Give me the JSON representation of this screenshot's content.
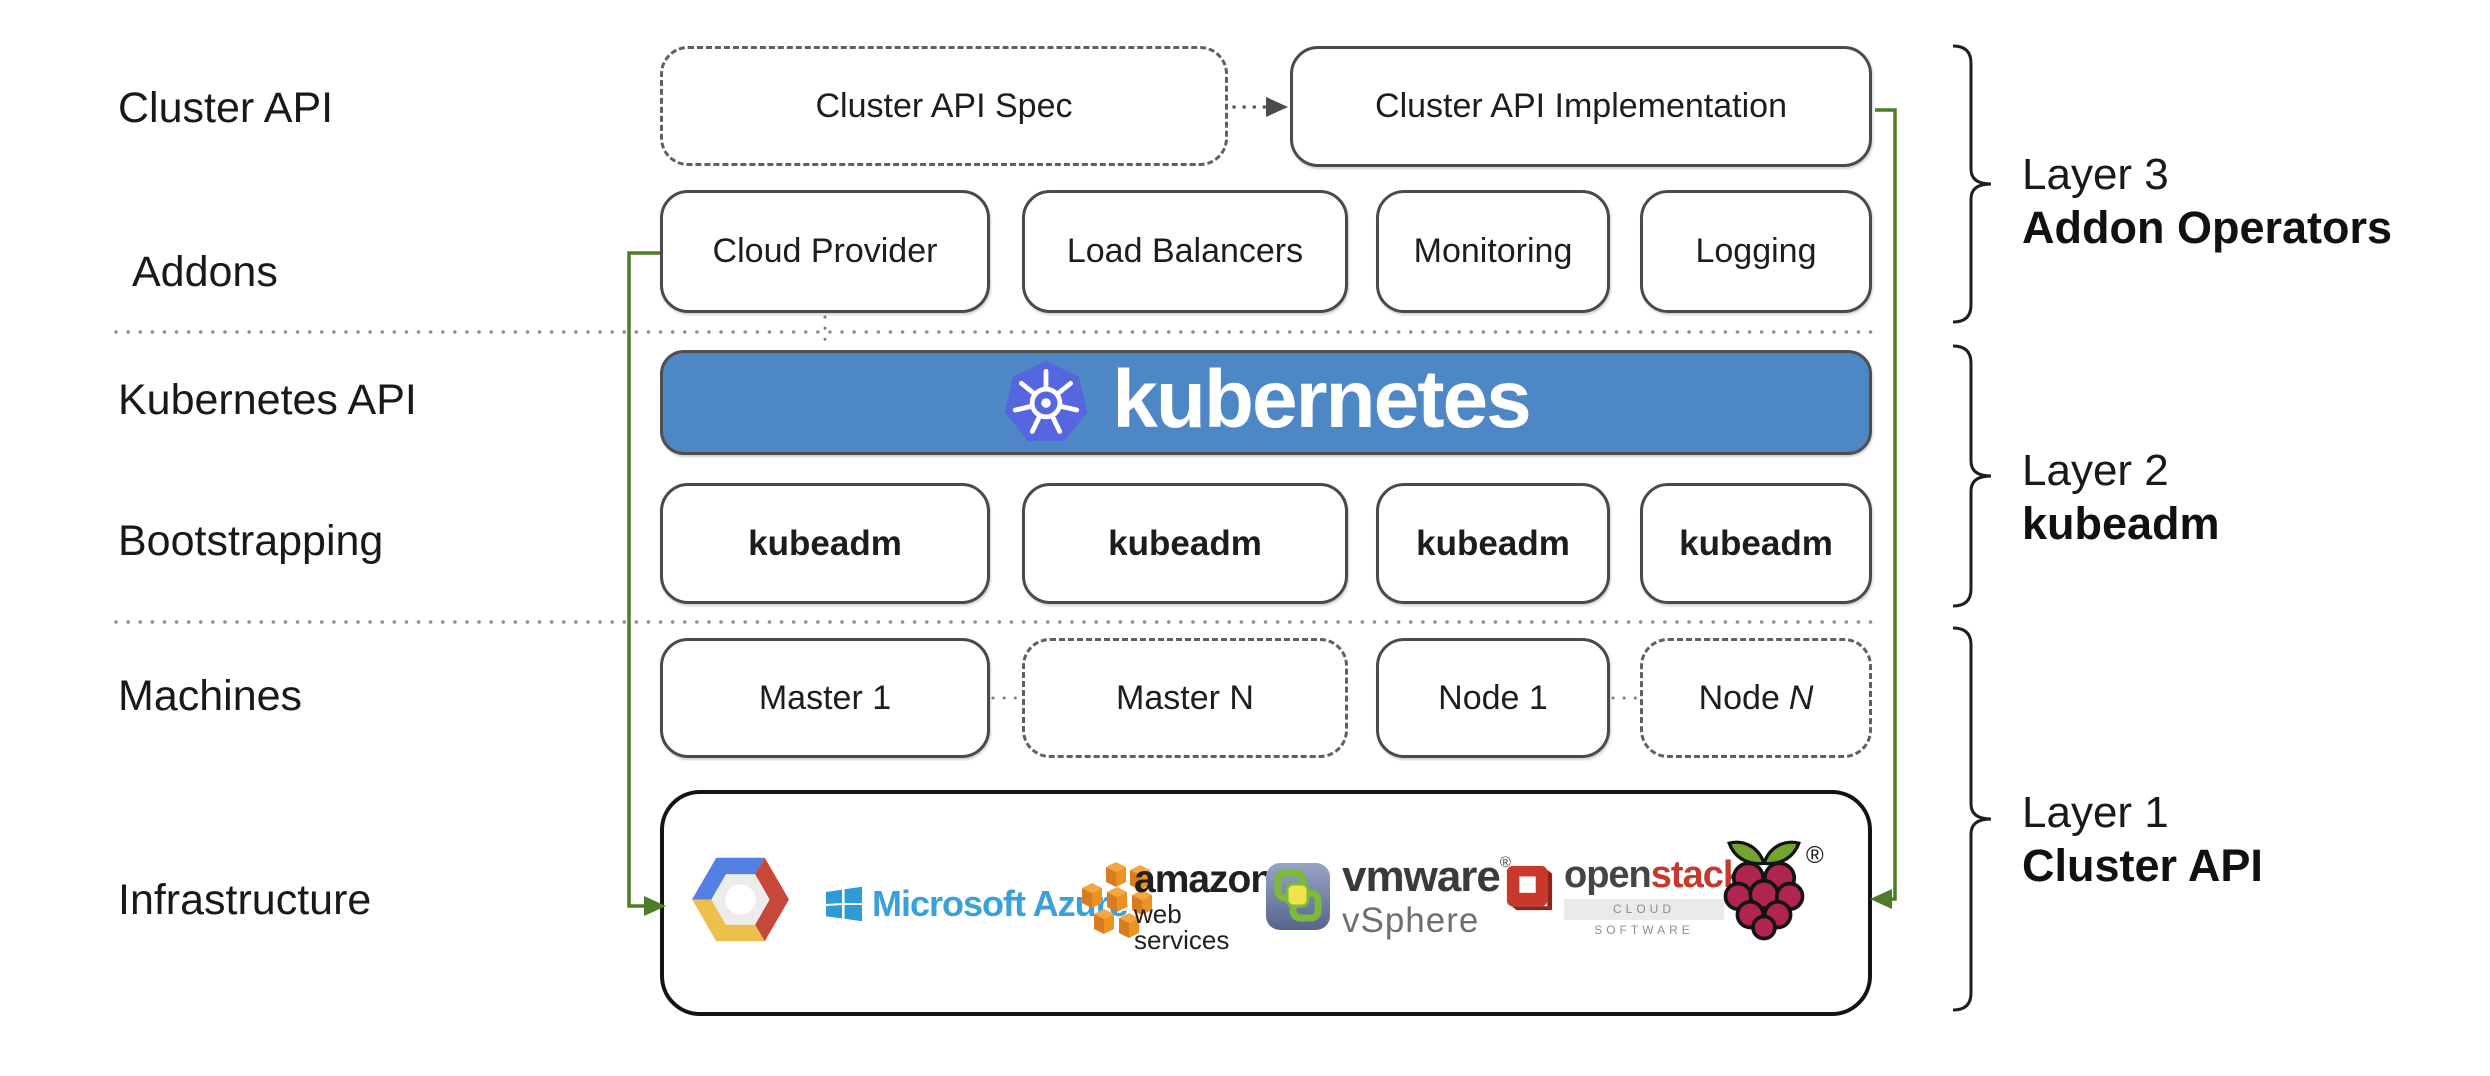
{
  "labels": {
    "cluster_api": "Cluster API",
    "addons": "Addons",
    "kubernetes_api": "Kubernetes API",
    "bootstrapping": "Bootstrapping",
    "machines": "Machines",
    "infrastructure": "Infrastructure"
  },
  "cluster_api_row": {
    "spec_label": "Cluster API Spec",
    "impl_label": "Cluster API Implementation"
  },
  "addons_row": {
    "items": [
      "Cloud Provider",
      "Load Balancers",
      "Monitoring",
      "Logging"
    ]
  },
  "kubernetes_banner": {
    "wordmark": "kubernetes"
  },
  "bootstrapping_row": {
    "items": [
      "kubeadm",
      "kubeadm",
      "kubeadm",
      "kubeadm"
    ]
  },
  "machines_row": {
    "items": [
      {
        "label": "Master 1"
      },
      {
        "label": "Master N"
      },
      {
        "label": "Node 1"
      },
      {
        "label": "Node",
        "italic": "N"
      }
    ]
  },
  "infrastructure": {
    "icons": [
      "google-cloud-icon",
      "azure-windows-icon",
      "aws-cubes-icon",
      "vmware-icon",
      "openstack-icon",
      "raspberry-pi-icon"
    ],
    "azure_text": "Microsoft Azure",
    "aws_text": "amazon",
    "aws_subtext": "web services",
    "vmware_text": "vmware",
    "vmware_mark": "®",
    "vmware_subtext": "vSphere",
    "openstack_dark": "open",
    "openstack_red": "stack",
    "openstack_tm": "™",
    "openstack_subtext": "CLOUD SOFTWARE",
    "rpi_mark": "®"
  },
  "layers": {
    "layer3_name": "Layer 3",
    "layer3_title": "Addon Operators",
    "layer2_name": "Layer 2",
    "layer2_title": "kubeadm",
    "layer1_name": "Layer 1",
    "layer1_title": "Cluster API"
  },
  "colors": {
    "banner_blue": "#4E87C6",
    "k8s_logo_blue": "#5566DE",
    "arrow_green": "#4E7D28",
    "box_border": "#4A4A4A",
    "text": "#1D1D1D"
  }
}
